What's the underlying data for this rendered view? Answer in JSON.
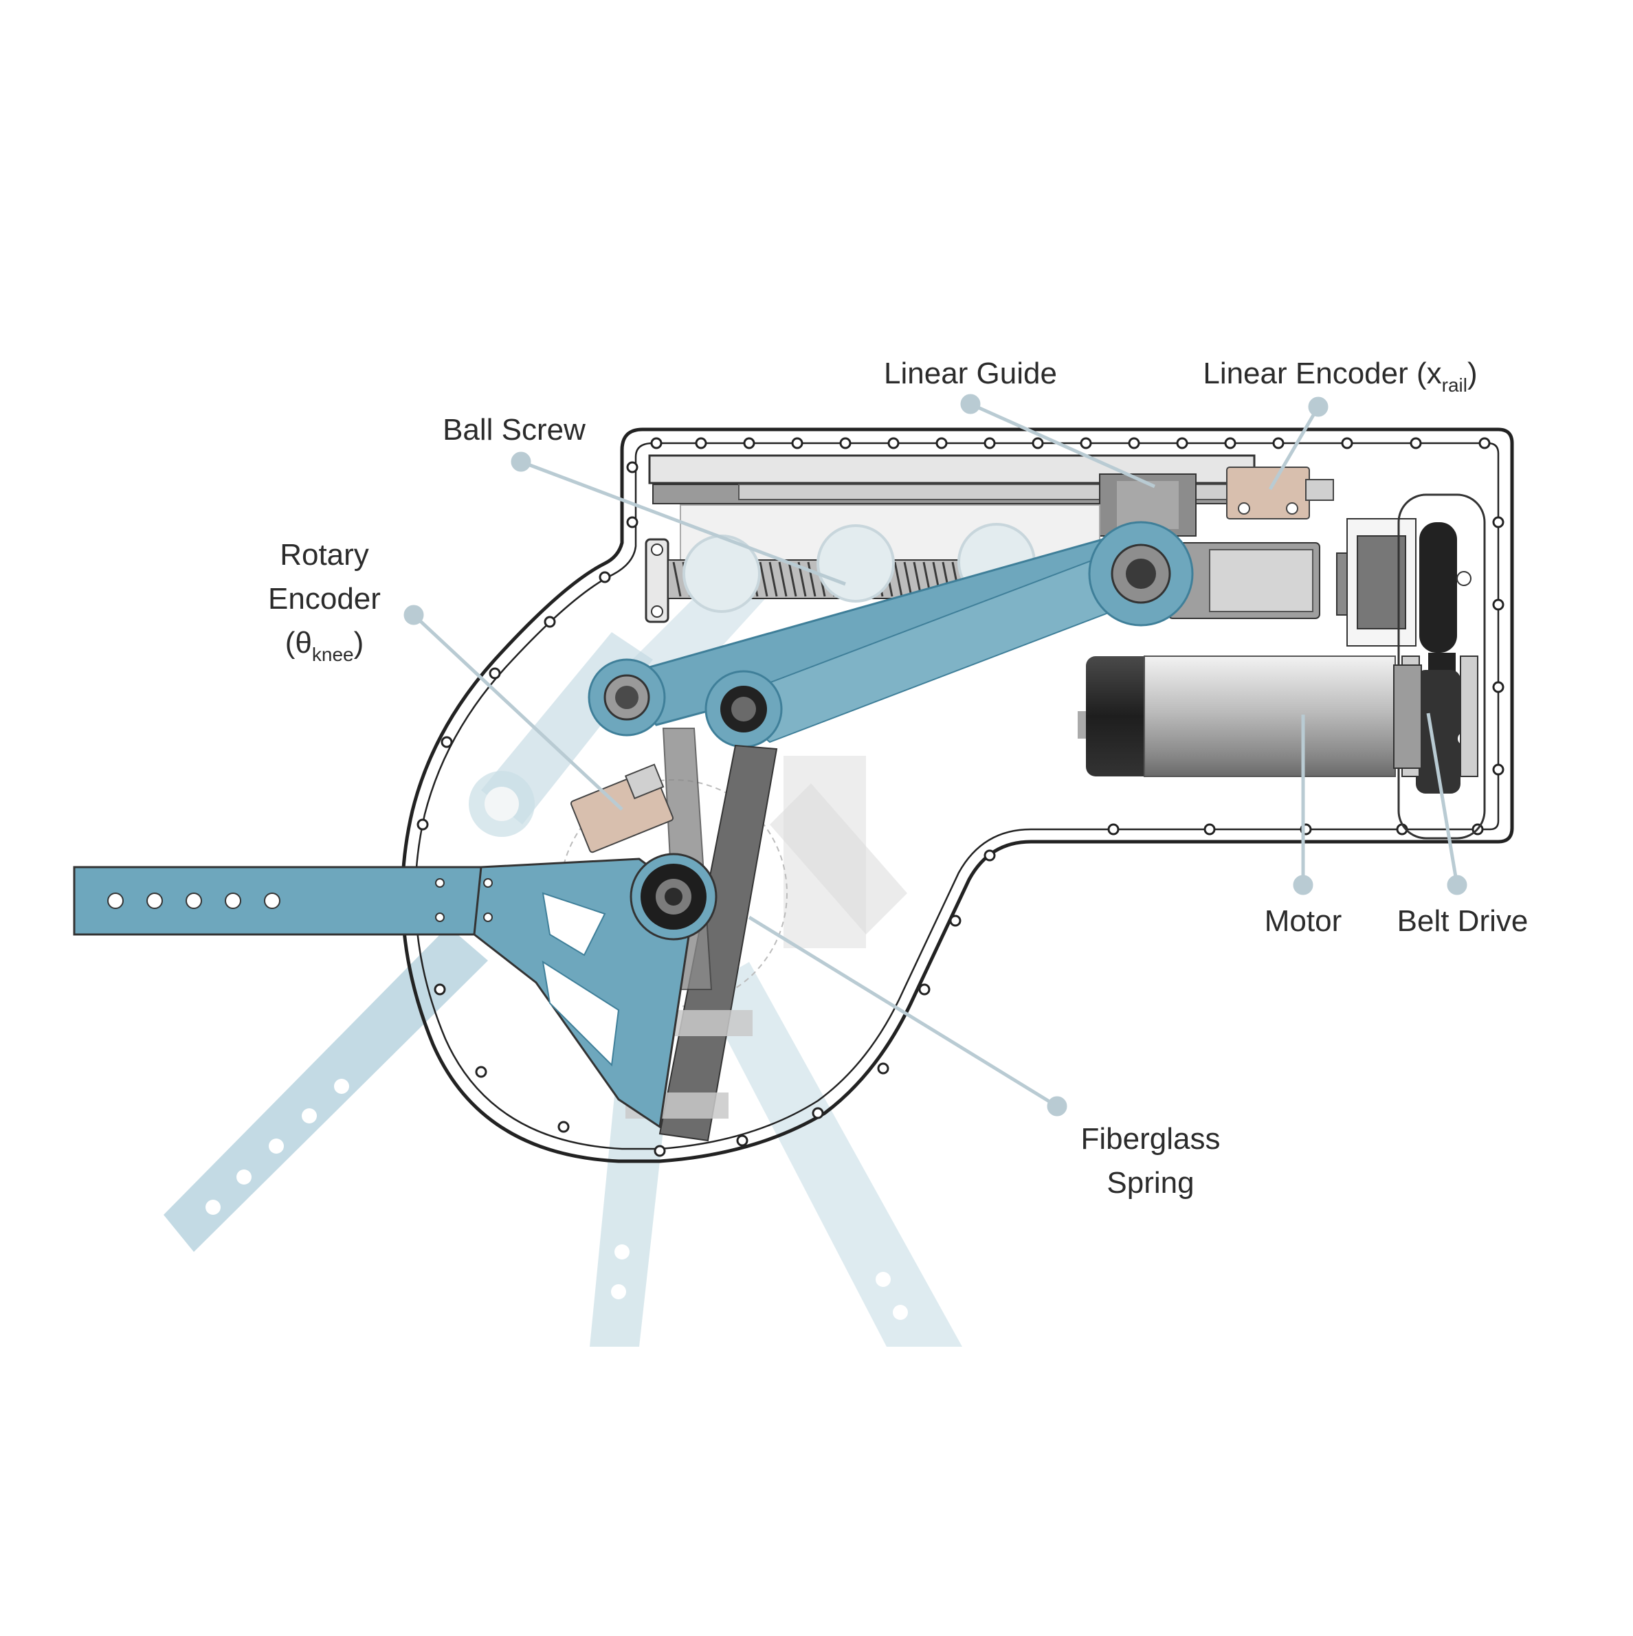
{
  "colors": {
    "background": "#ffffff",
    "accent_blue": "#6ea7bd",
    "accent_blue_dark": "#3f7f99",
    "ghost_blue": "#cfe2ea",
    "leader_line": "#b9cbd3",
    "housing_stroke": "#222222",
    "spring_gray": "#6c6c6c",
    "metal_gray": "#b5b5b5",
    "label_text": "#2b2b2b"
  },
  "labels": {
    "linear_guide": "Linear Guide",
    "linear_encoder": {
      "main": "Linear Encoder (x",
      "sub": "rail",
      "close": ")"
    },
    "ball_screw": "Ball Screw",
    "rotary_encoder": {
      "line1": "Rotary",
      "line2": "Encoder",
      "line3_open": "(θ",
      "line3_sub": "knee",
      "line3_close": ")"
    },
    "motor": "Motor",
    "belt_drive": "Belt Drive",
    "fiberglass_spring": {
      "line1": "Fiberglass",
      "line2": "Spring"
    }
  },
  "icons": {
    "leader_marker": "circle-dot"
  }
}
